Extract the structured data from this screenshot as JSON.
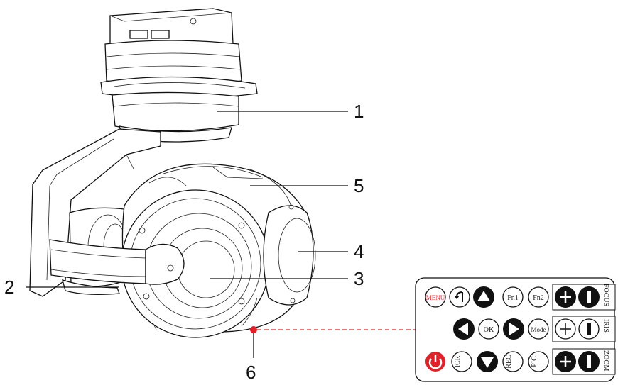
{
  "callouts": [
    {
      "id": "1",
      "label": "1"
    },
    {
      "id": "2",
      "label": "2"
    },
    {
      "id": "3",
      "label": "3"
    },
    {
      "id": "4",
      "label": "4"
    },
    {
      "id": "5",
      "label": "5"
    },
    {
      "id": "6",
      "label": "6"
    }
  ],
  "remote": {
    "row1": {
      "menu": "MENU",
      "fn1": "Fn1",
      "fn2": "Fn2",
      "side": "FOCUS"
    },
    "row2": {
      "ok": "OK",
      "mode": "Mode",
      "side": "IRIS"
    },
    "row3": {
      "icr": "ICR",
      "rec": "REC",
      "pic": "PIC",
      "side": "ZOOM"
    }
  },
  "colors": {
    "accent": "#e0212a",
    "ink": "#111111",
    "button_dark": "#111111"
  }
}
